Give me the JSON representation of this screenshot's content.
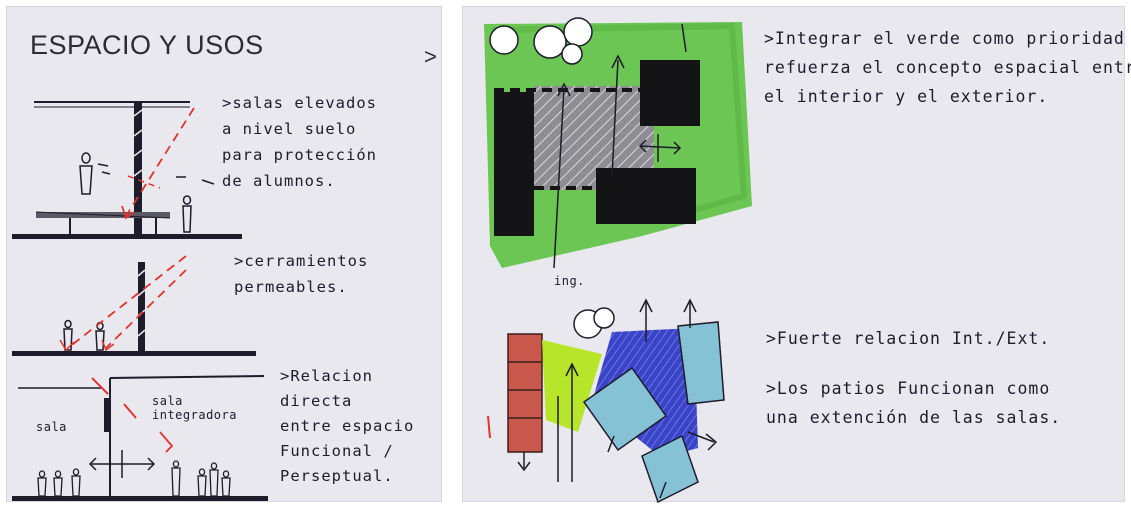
{
  "left": {
    "title": "ESPACIO Y USOS",
    "caret": ">",
    "notes": [
      {
        "lines": [
          ">salas elevados",
          "a nivel suelo",
          "para protección",
          "de alumnos."
        ]
      },
      {
        "lines": [
          ">cerramientos",
          "permeables."
        ]
      },
      {
        "lines": [
          ">Relacion",
          "directa",
          "entre espacio",
          "Funcional /",
          "Perseptual."
        ]
      }
    ],
    "labels": {
      "sala": "sala",
      "sala_integradora": "sala\nintegradora"
    }
  },
  "right": {
    "notes": [
      {
        "lines": [
          ">Integrar el verde como prioridad",
          "refuerza el concepto espacial entre",
          "el interior y el exterior."
        ]
      },
      {
        "lines": [
          ">Fuerte relacion Int./Ext."
        ]
      },
      {
        "lines": [
          ">Los patios Funcionan como",
          "una extención de las salas."
        ]
      }
    ],
    "plan_label": "ing."
  },
  "colors": {
    "paper": "#e8e8ee",
    "ink": "#1e1b2b",
    "red_dash": "#e0332e",
    "green": "#5fc24a",
    "lime": "#b6e52a",
    "blue": "#3a44c8",
    "light_blue": "#86c2d6",
    "brick_red": "#c9584c"
  }
}
